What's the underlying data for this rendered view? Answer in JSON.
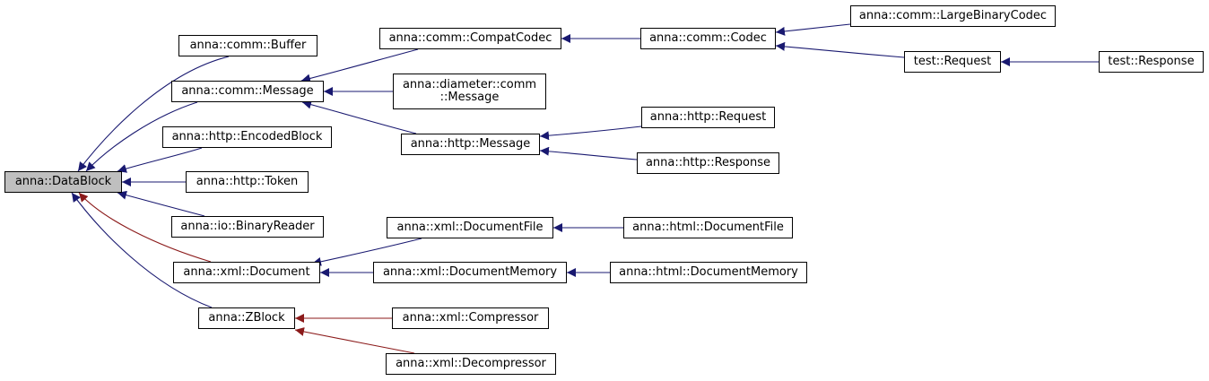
{
  "nodes": {
    "datablock": "anna::DataBlock",
    "comm_buffer": "anna::comm::Buffer",
    "comm_message": "anna::comm::Message",
    "http_encodedblock": "anna::http::EncodedBlock",
    "http_token": "anna::http::Token",
    "io_binaryreader": "anna::io::BinaryReader",
    "xml_document": "anna::xml::Document",
    "zblock": "anna::ZBlock",
    "comm_compatcodec": "anna::comm::CompatCodec",
    "diameter_message_line1": "anna::diameter::comm",
    "diameter_message_line2": "::Message",
    "http_message": "anna::http::Message",
    "xml_documentfile": "anna::xml::DocumentFile",
    "xml_documentmemory": "anna::xml::DocumentMemory",
    "xml_compressor": "anna::xml::Compressor",
    "xml_decompressor": "anna::xml::Decompressor",
    "comm_codec": "anna::comm::Codec",
    "http_request": "anna::http::Request",
    "http_response": "anna::http::Response",
    "html_documentfile": "anna::html::DocumentFile",
    "html_documentmemory": "anna::html::DocumentMemory",
    "comm_largebinarycodec": "anna::comm::LargeBinaryCodec",
    "test_request": "test::Request",
    "test_response": "test::Response"
  },
  "edge_colors": {
    "public": "#191970",
    "protected": "#8b1a1a"
  }
}
